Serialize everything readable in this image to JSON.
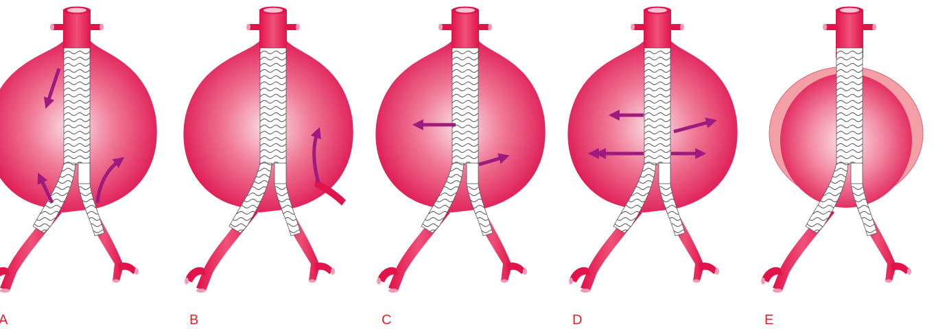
{
  "panels": [
    {
      "label": "A",
      "arrows": "type-i-endoleak"
    },
    {
      "label": "B",
      "arrows": "type-ii-endoleak"
    },
    {
      "label": "C",
      "arrows": "type-iii-endoleak"
    },
    {
      "label": "D",
      "arrows": "type-iv-endoleak"
    },
    {
      "label": "E",
      "arrows": "endotension"
    }
  ],
  "colors": {
    "aneurysm": "#e0174f",
    "aneurysm_light": "#f7c6d1",
    "vessel": "#e8204f",
    "graft": "#ffffff",
    "graft_stripe": "#555555",
    "arrow": "#9c1b7c",
    "label": "#e8202a",
    "outer_sac": "#f2a0a6"
  }
}
